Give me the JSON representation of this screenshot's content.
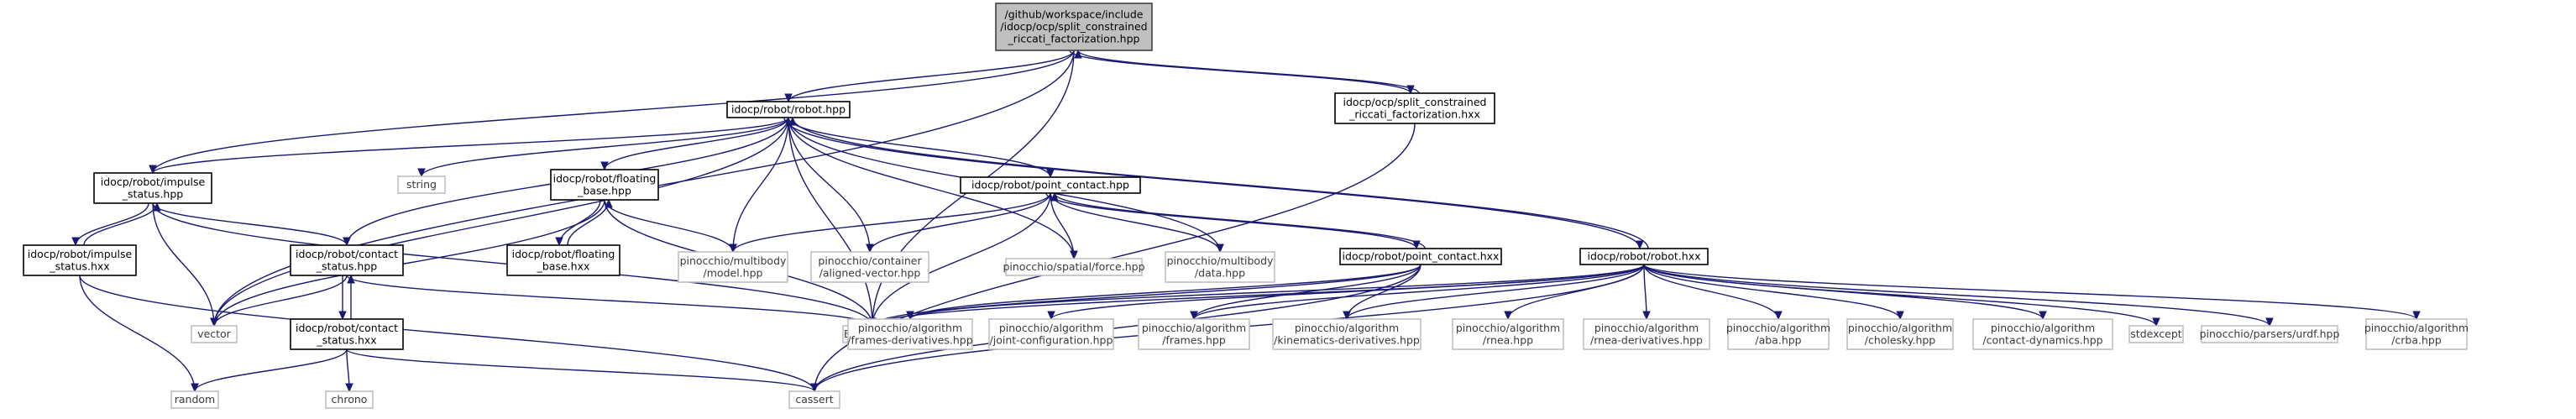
{
  "colors": {
    "edge": "#191970",
    "main_fill": "#bfbfbf",
    "main_border": "#404040",
    "header_border": "#000000",
    "external_border": "#bfbfbf"
  },
  "nodes": [
    {
      "id": "main",
      "kind": "main",
      "lines": [
        "/github/workspace/include",
        "/idocp/ocp/split_constrained",
        "_riccati_factorization.hpp"
      ]
    },
    {
      "id": "main_hxx",
      "kind": "hdr",
      "lines": [
        "idocp/ocp/split_constrained",
        "_riccati_factorization.hxx"
      ]
    },
    {
      "id": "robot_hpp",
      "kind": "hdr",
      "lines": [
        "idocp/robot/robot.hpp"
      ]
    },
    {
      "id": "impulse_hpp",
      "kind": "hdr",
      "lines": [
        "idocp/robot/impulse",
        "_status.hpp"
      ]
    },
    {
      "id": "impulse_hxx",
      "kind": "hdr",
      "lines": [
        "idocp/robot/impulse",
        "_status.hxx"
      ]
    },
    {
      "id": "string",
      "kind": "ext",
      "lines": [
        "string"
      ]
    },
    {
      "id": "floating_hpp",
      "kind": "hdr",
      "lines": [
        "idocp/robot/floating",
        "_base.hpp"
      ]
    },
    {
      "id": "floating_hxx",
      "kind": "hdr",
      "lines": [
        "idocp/robot/floating",
        "_base.hxx"
      ]
    },
    {
      "id": "point_hpp",
      "kind": "hdr",
      "lines": [
        "idocp/robot/point_contact.hpp"
      ]
    },
    {
      "id": "point_hxx",
      "kind": "hdr",
      "lines": [
        "idocp/robot/point_contact.hxx"
      ]
    },
    {
      "id": "robot_hxx",
      "kind": "hdr",
      "lines": [
        "idocp/robot/robot.hxx"
      ]
    },
    {
      "id": "contact_hpp",
      "kind": "hdr",
      "lines": [
        "idocp/robot/contact",
        "_status.hpp"
      ]
    },
    {
      "id": "contact_hxx",
      "kind": "hdr",
      "lines": [
        "idocp/robot/contact",
        "_status.hxx"
      ]
    },
    {
      "id": "vector",
      "kind": "ext",
      "lines": [
        "vector"
      ]
    },
    {
      "id": "eigen",
      "kind": "ext",
      "lines": [
        "Eigen/Core"
      ]
    },
    {
      "id": "model",
      "kind": "ext",
      "lines": [
        "pinocchio/multibody",
        "/model.hpp"
      ]
    },
    {
      "id": "aligned",
      "kind": "ext",
      "lines": [
        "pinocchio/container",
        "/aligned-vector.hpp"
      ]
    },
    {
      "id": "force",
      "kind": "ext",
      "lines": [
        "pinocchio/spatial/force.hpp"
      ]
    },
    {
      "id": "data",
      "kind": "ext",
      "lines": [
        "pinocchio/multibody",
        "/data.hpp"
      ]
    },
    {
      "id": "random",
      "kind": "ext",
      "lines": [
        "random"
      ]
    },
    {
      "id": "chrono",
      "kind": "ext",
      "lines": [
        "chrono"
      ]
    },
    {
      "id": "cassert",
      "kind": "ext",
      "lines": [
        "cassert"
      ]
    },
    {
      "id": "frames_deriv",
      "kind": "ext",
      "lines": [
        "pinocchio/algorithm",
        "/frames-derivatives.hpp"
      ]
    },
    {
      "id": "joint_conf",
      "kind": "ext",
      "lines": [
        "pinocchio/algorithm",
        "/joint-configuration.hpp"
      ]
    },
    {
      "id": "frames",
      "kind": "ext",
      "lines": [
        "pinocchio/algorithm",
        "/frames.hpp"
      ]
    },
    {
      "id": "kin_deriv",
      "kind": "ext",
      "lines": [
        "pinocchio/algorithm",
        "/kinematics-derivatives.hpp"
      ]
    },
    {
      "id": "rnea",
      "kind": "ext",
      "lines": [
        "pinocchio/algorithm",
        "/rnea.hpp"
      ]
    },
    {
      "id": "rnea_deriv",
      "kind": "ext",
      "lines": [
        "pinocchio/algorithm",
        "/rnea-derivatives.hpp"
      ]
    },
    {
      "id": "aba",
      "kind": "ext",
      "lines": [
        "pinocchio/algorithm",
        "/aba.hpp"
      ]
    },
    {
      "id": "cholesky",
      "kind": "ext",
      "lines": [
        "pinocchio/algorithm",
        "/cholesky.hpp"
      ]
    },
    {
      "id": "contact_dyn",
      "kind": "ext",
      "lines": [
        "pinocchio/algorithm",
        "/contact-dynamics.hpp"
      ]
    },
    {
      "id": "stdexcept",
      "kind": "ext",
      "lines": [
        "stdexcept"
      ]
    },
    {
      "id": "urdf",
      "kind": "ext",
      "lines": [
        "pinocchio/parsers/urdf.hpp"
      ]
    },
    {
      "id": "crba",
      "kind": "ext",
      "lines": [
        "pinocchio/algorithm",
        "/crba.hpp"
      ]
    }
  ],
  "edges": [
    [
      "main",
      "main_hxx"
    ],
    [
      "main_hxx",
      "main"
    ],
    [
      "main",
      "robot_hpp"
    ],
    [
      "main",
      "impulse_hpp"
    ],
    [
      "main",
      "vector"
    ],
    [
      "main",
      "eigen"
    ],
    [
      "main_hxx",
      "cassert"
    ],
    [
      "robot_hpp",
      "string"
    ],
    [
      "robot_hpp",
      "impulse_hpp"
    ],
    [
      "robot_hpp",
      "floating_hpp"
    ],
    [
      "robot_hpp",
      "point_hpp"
    ],
    [
      "robot_hpp",
      "robot_hxx"
    ],
    [
      "robot_hpp",
      "contact_hpp"
    ],
    [
      "robot_hpp",
      "vector"
    ],
    [
      "robot_hpp",
      "eigen"
    ],
    [
      "robot_hpp",
      "model"
    ],
    [
      "robot_hpp",
      "aligned"
    ],
    [
      "robot_hpp",
      "force"
    ],
    [
      "robot_hpp",
      "data"
    ],
    [
      "impulse_hpp",
      "impulse_hxx"
    ],
    [
      "impulse_hxx",
      "impulse_hpp"
    ],
    [
      "impulse_hpp",
      "contact_hpp"
    ],
    [
      "impulse_hpp",
      "vector"
    ],
    [
      "impulse_hpp",
      "eigen"
    ],
    [
      "impulse_hxx",
      "random"
    ],
    [
      "impulse_hxx",
      "cassert"
    ],
    [
      "floating_hpp",
      "floating_hxx"
    ],
    [
      "floating_hxx",
      "floating_hpp"
    ],
    [
      "floating_hpp",
      "vector"
    ],
    [
      "floating_hpp",
      "eigen"
    ],
    [
      "floating_hpp",
      "model"
    ],
    [
      "point_hpp",
      "point_hxx"
    ],
    [
      "point_hxx",
      "point_hpp"
    ],
    [
      "point_hpp",
      "model"
    ],
    [
      "point_hpp",
      "aligned"
    ],
    [
      "point_hpp",
      "force"
    ],
    [
      "point_hpp",
      "data"
    ],
    [
      "point_hpp",
      "eigen"
    ],
    [
      "point_hxx",
      "eigen"
    ],
    [
      "point_hxx",
      "frames_deriv"
    ],
    [
      "point_hxx",
      "frames"
    ],
    [
      "point_hxx",
      "kin_deriv"
    ],
    [
      "point_hxx",
      "cassert"
    ],
    [
      "robot_hxx",
      "robot_hpp"
    ],
    [
      "robot_hxx",
      "eigen"
    ],
    [
      "robot_hxx",
      "frames_deriv"
    ],
    [
      "robot_hxx",
      "joint_conf"
    ],
    [
      "robot_hxx",
      "frames"
    ],
    [
      "robot_hxx",
      "kin_deriv"
    ],
    [
      "robot_hxx",
      "rnea"
    ],
    [
      "robot_hxx",
      "rnea_deriv"
    ],
    [
      "robot_hxx",
      "aba"
    ],
    [
      "robot_hxx",
      "cholesky"
    ],
    [
      "robot_hxx",
      "contact_dyn"
    ],
    [
      "robot_hxx",
      "stdexcept"
    ],
    [
      "robot_hxx",
      "urdf"
    ],
    [
      "robot_hxx",
      "crba"
    ],
    [
      "robot_hxx",
      "cassert"
    ],
    [
      "contact_hpp",
      "contact_hxx"
    ],
    [
      "contact_hxx",
      "contact_hpp"
    ],
    [
      "contact_hpp",
      "vector"
    ],
    [
      "contact_hpp",
      "eigen"
    ],
    [
      "contact_hxx",
      "random"
    ],
    [
      "contact_hxx",
      "chrono"
    ],
    [
      "contact_hxx",
      "cassert"
    ]
  ]
}
